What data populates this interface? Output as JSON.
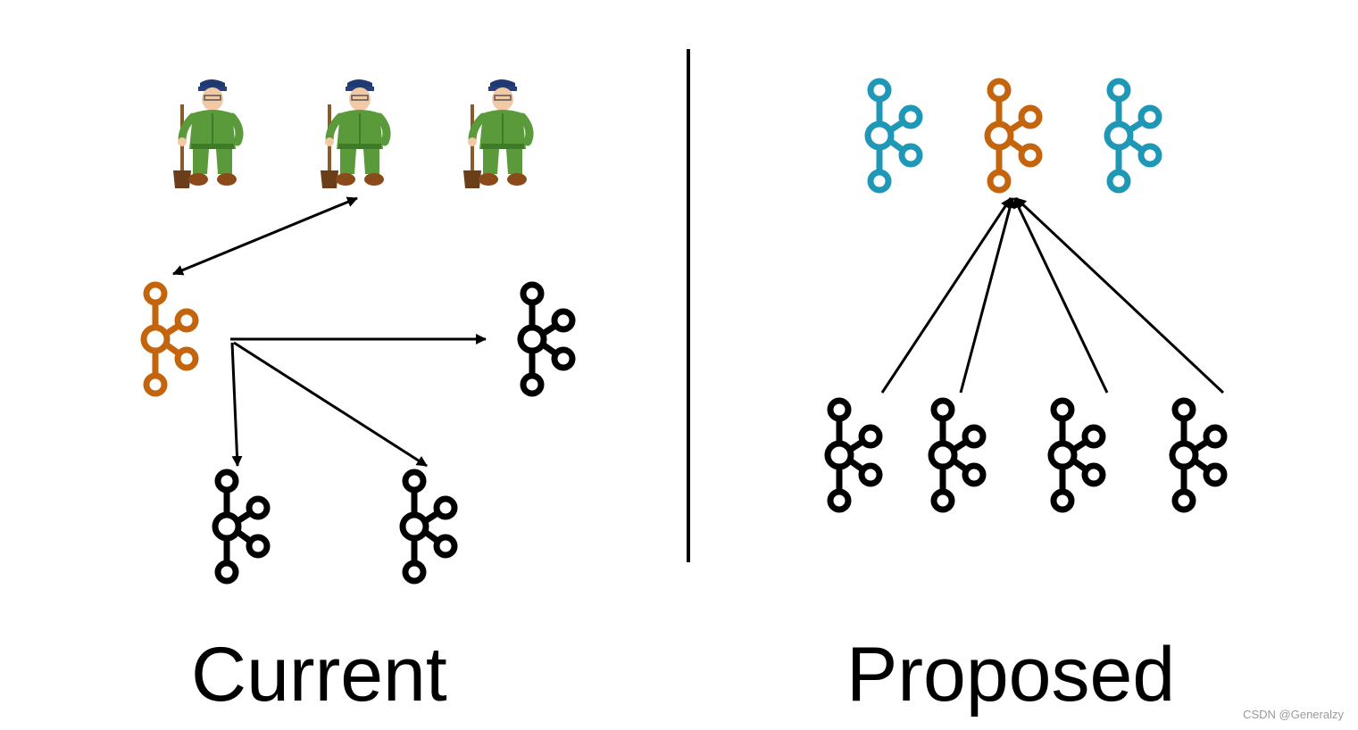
{
  "captions": {
    "current": "Current",
    "proposed": "Proposed"
  },
  "watermark": "CSDN @Generalzy",
  "colors": {
    "controller_orange": "#c4650e",
    "zookeeper_blue": "#1e98b6",
    "broker_black": "#000000",
    "divider": "#000000"
  },
  "icons": {
    "kafka_node": "kafka-logo-icon",
    "zookeeper_node": "zookeeper-keeper-icon"
  }
}
